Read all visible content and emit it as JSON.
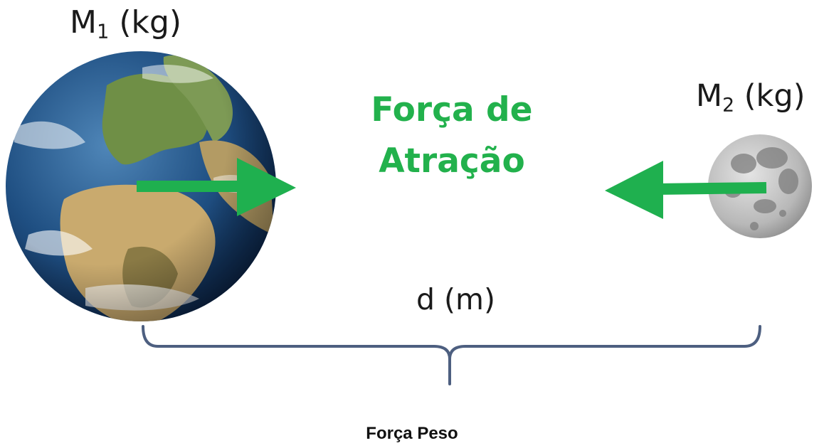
{
  "mass1": {
    "symbol": "M",
    "subscript": "1",
    "unit": "(kg)"
  },
  "mass2": {
    "symbol": "M",
    "subscript": "2",
    "unit": "(kg)"
  },
  "force_title": {
    "line1": "Força de",
    "line2": "Atração"
  },
  "distance_label": "d (m)",
  "caption": "Força Peso",
  "colors": {
    "arrow": "#1fb04f",
    "title": "#22b14c",
    "bracket": "#4d5f80",
    "text": "#1a1a1a"
  },
  "icons": {
    "body1": "earth-icon",
    "body2": "moon-icon"
  }
}
